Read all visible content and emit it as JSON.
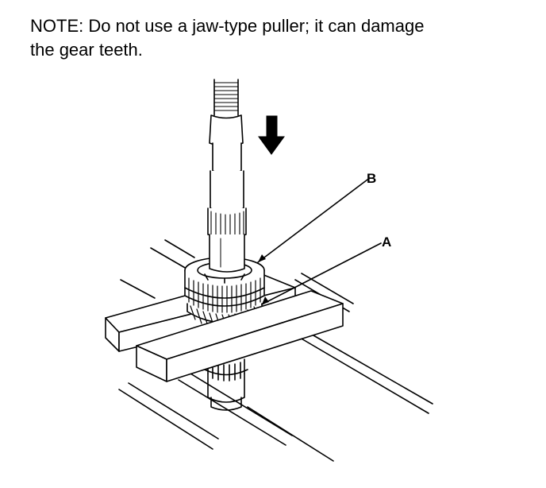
{
  "note": {
    "line1": "NOTE: Do not use a jaw-type puller; it can damage",
    "line2": "the gear teeth."
  },
  "callouts": {
    "b": "B",
    "a": "A"
  },
  "colors": {
    "ink": "#000000",
    "paper": "#ffffff"
  },
  "icons": {
    "press_direction": "arrow-down-icon"
  }
}
